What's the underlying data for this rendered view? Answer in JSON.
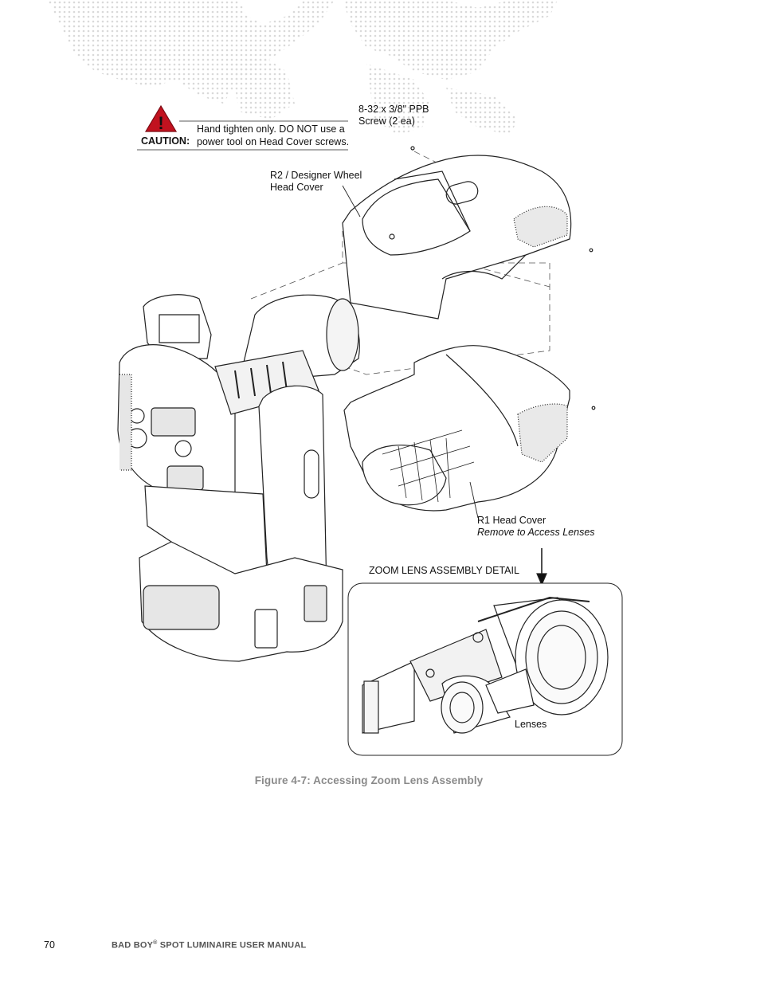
{
  "caution": {
    "label": "CAUTION:",
    "line1": "Hand tighten only. DO NOT use a",
    "line2": "power tool on Head Cover screws."
  },
  "callouts": {
    "screw_line1": "8-32 x 3/8\" PPB",
    "screw_line2": "Screw (2 ea)",
    "r2_line1": "R2 / Designer Wheel",
    "r2_line2": "Head Cover",
    "r1_line1": "R1 Head Cover",
    "r1_line2": "Remove to Access Lenses",
    "zoom_detail": "ZOOM LENS ASSEMBLY DETAIL",
    "lenses": "Lenses"
  },
  "figure_caption": "Figure 4-7:  Accessing Zoom Lens Assembly",
  "footer": {
    "page_number": "70",
    "manual_title_prefix": "BAD BOY",
    "registered_mark": "®",
    "manual_title_suffix": " SPOT LUMINAIRE USER MANUAL"
  }
}
